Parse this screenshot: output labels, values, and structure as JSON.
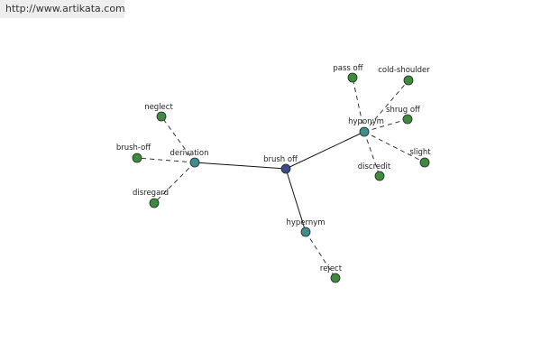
{
  "watermark": {
    "url": "http://www.artikata.com"
  },
  "graph": {
    "center": "brush off",
    "relations": [
      {
        "label": "derivation",
        "words": [
          "neglect",
          "brush-off",
          "disregard"
        ]
      },
      {
        "label": "hyponym",
        "words": [
          "pass off",
          "cold-shoulder",
          "shrug off",
          "slight",
          "discredit"
        ]
      },
      {
        "label": "hypernym",
        "words": [
          "reject"
        ]
      }
    ]
  },
  "colors": {
    "center_node": "#3d4a86",
    "relation_node": "#3f8d8d",
    "leaf_node": "#3f8a3f",
    "node_stroke": "#1e2a1e",
    "solid_edge": "#111111",
    "dashed_edge": "#222222"
  }
}
